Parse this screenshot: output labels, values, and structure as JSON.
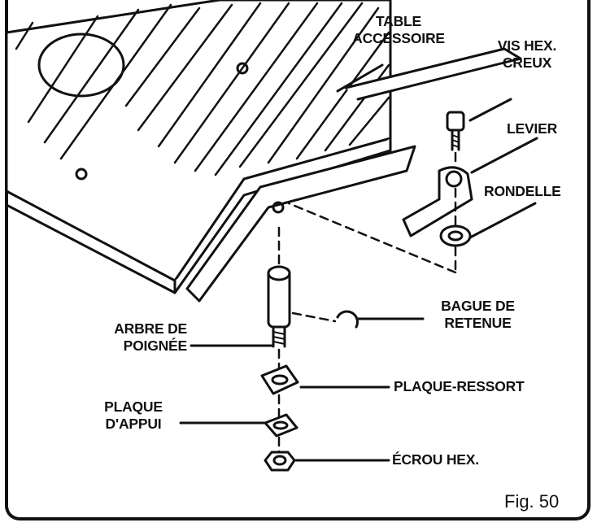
{
  "labels": {
    "table": [
      "TABLE",
      "ACCESSOIRE"
    ],
    "vis": [
      "VIS HEX.",
      "CREUX"
    ],
    "levier": [
      "LEVIER"
    ],
    "rondelle": [
      "RONDELLE"
    ],
    "bague": [
      "BAGUE DE",
      "RETENUE"
    ],
    "arbre": [
      "ARBRE DE",
      "POIGNÉE"
    ],
    "ressort": [
      "PLAQUE-RESSORT"
    ],
    "appui": [
      "PLAQUE",
      "D'APPUI"
    ],
    "ecrou": [
      "ÉCROU HEX."
    ]
  },
  "figure": "Fig. 50",
  "colors": {
    "ink": "#111111",
    "paper": "#ffffff"
  }
}
